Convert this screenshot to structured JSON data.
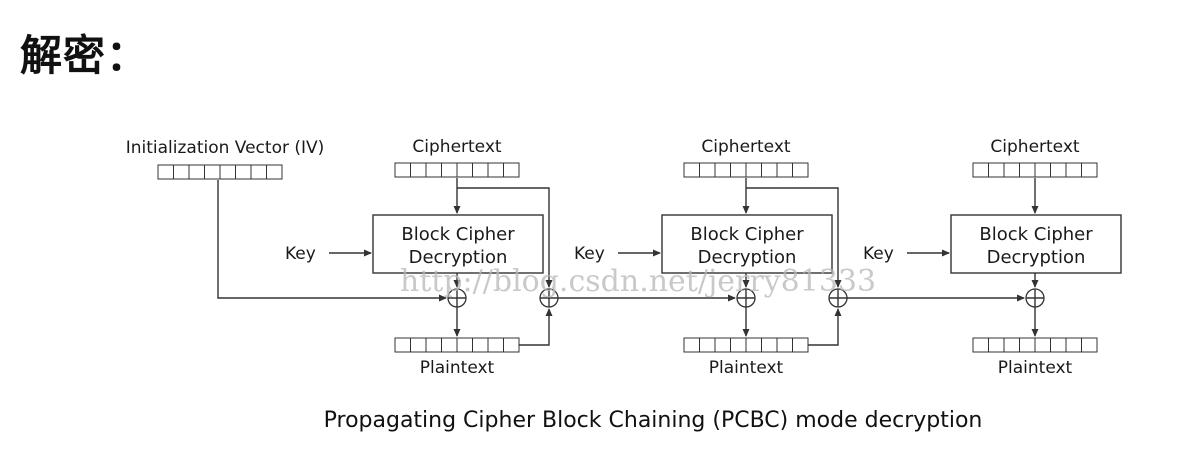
{
  "heading": "解密：",
  "iv_label": "Initialization Vector (IV)",
  "stages": [
    {
      "ciphertext_label": "Ciphertext",
      "key_label": "Key",
      "block_line1": "Block Cipher",
      "block_line2": "Decryption",
      "plaintext_label": "Plaintext"
    },
    {
      "ciphertext_label": "Ciphertext",
      "key_label": "Key",
      "block_line1": "Block Cipher",
      "block_line2": "Decryption",
      "plaintext_label": "Plaintext"
    },
    {
      "ciphertext_label": "Ciphertext",
      "key_label": "Key",
      "block_line1": "Block Cipher",
      "block_line2": "Decryption",
      "plaintext_label": "Plaintext"
    }
  ],
  "watermark": "http://blog.csdn.net/jerry81333",
  "caption": "Propagating Cipher Block Chaining (PCBC) mode decryption"
}
